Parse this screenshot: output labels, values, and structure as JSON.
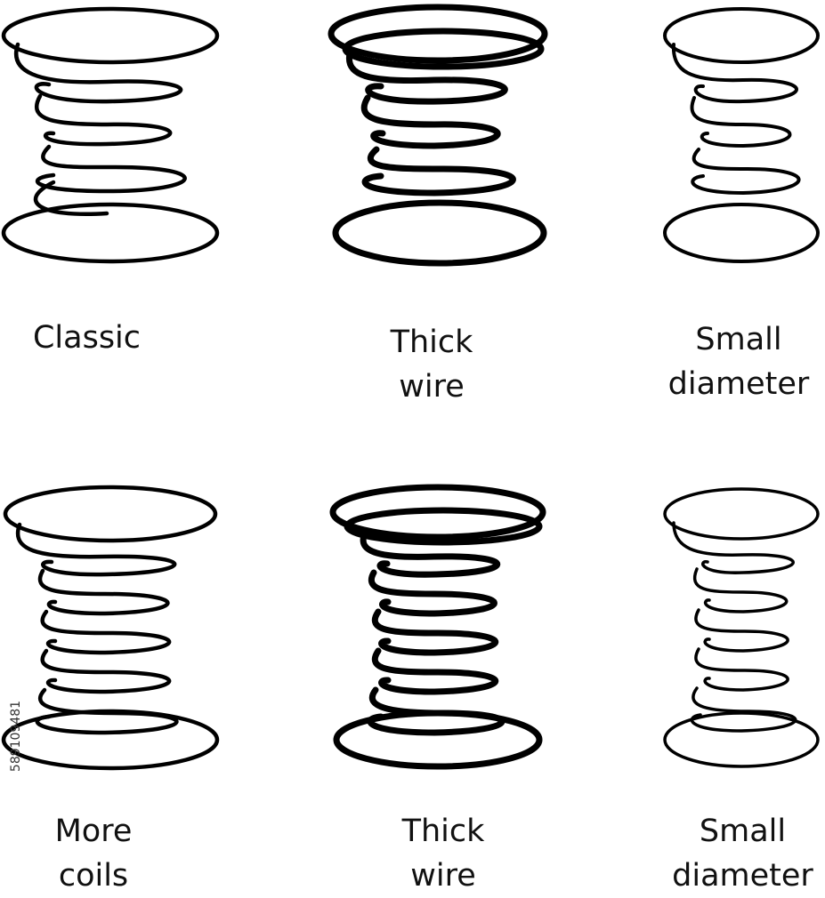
{
  "springs": [
    {
      "id": "classic",
      "label_lines": [
        "Classic"
      ],
      "turns": 5,
      "wire": "normal"
    },
    {
      "id": "thick-wire",
      "label_lines": [
        "Thick",
        "wire"
      ],
      "turns": 5,
      "wire": "thick"
    },
    {
      "id": "small-diameter",
      "label_lines": [
        "Small",
        "diameter"
      ],
      "turns": 5,
      "wire": "normal"
    },
    {
      "id": "more-coils",
      "label_lines": [
        "More",
        "coils"
      ],
      "turns": 7,
      "wire": "normal"
    },
    {
      "id": "thick-wire-2",
      "label_lines": [
        "Thick",
        "wire"
      ],
      "turns": 7,
      "wire": "thick"
    },
    {
      "id": "small-diameter-2",
      "label_lines": [
        "Small",
        "diameter"
      ],
      "turns": 7,
      "wire": "normal"
    }
  ],
  "stock_id": "589109481",
  "colors": {
    "stroke": "#000000",
    "background": "#ffffff"
  }
}
